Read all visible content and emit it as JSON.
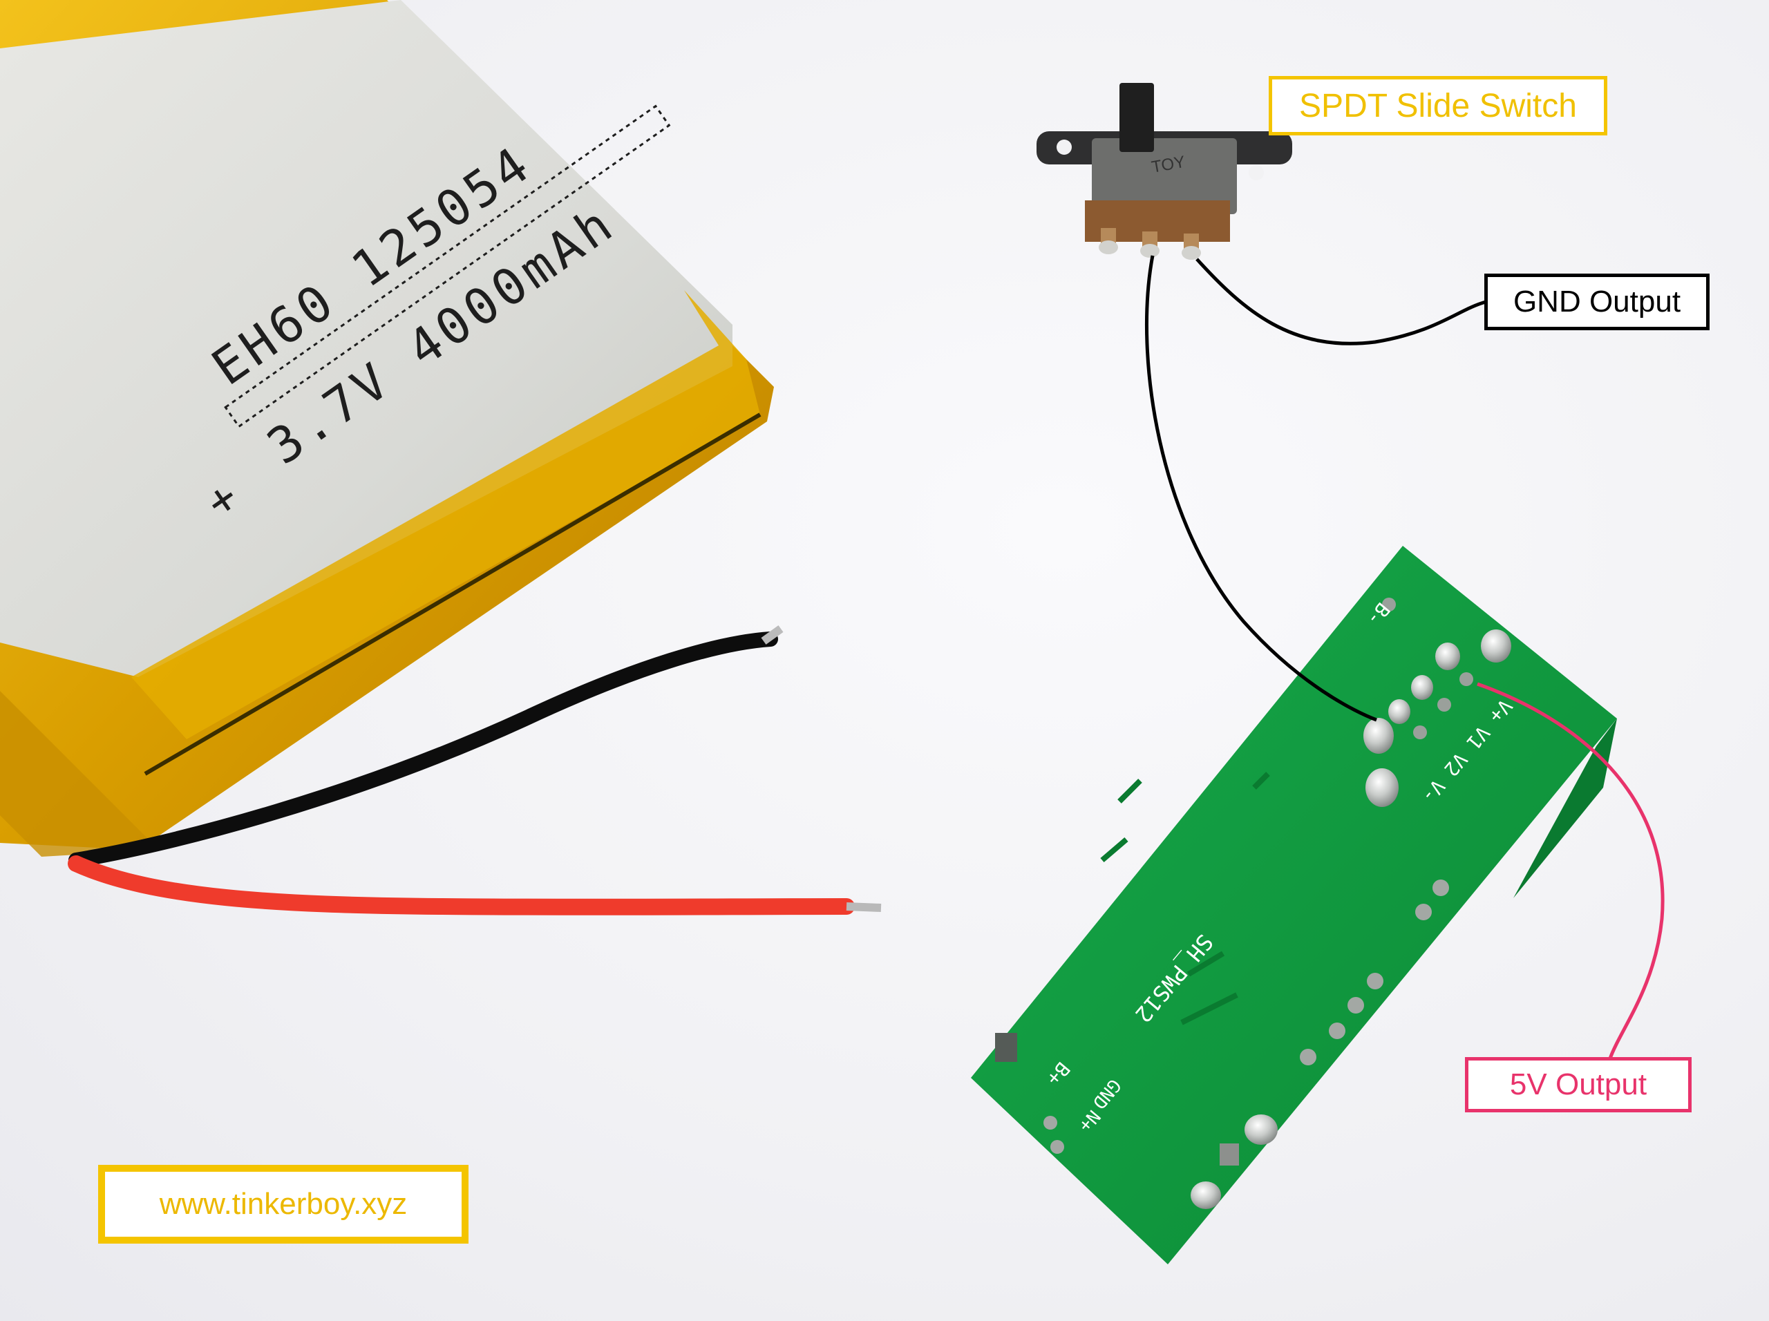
{
  "callouts": {
    "switch": "SPDT Slide Switch",
    "gnd": "GND Output",
    "five_volt": "5V Output",
    "website": "www.tinkerboy.xyz"
  },
  "battery": {
    "line1": "EH60      125054",
    "line2": "3.7V      4000mAh",
    "plus": "+"
  },
  "switch_label": "TOY",
  "board": {
    "model": "SH_PWS12",
    "pins_top": "V+ V1 V2 V-",
    "b_minus": "B-",
    "b_plus": "B+",
    "gnd": "GND",
    "n_plus": "N+"
  },
  "colors": {
    "accent_yellow": "#f4c400",
    "black": "#000000",
    "pink": "#e8336b",
    "pcb_green": "#119a3e",
    "battery_tape": "#e6b400",
    "wire_red": "#ef3b2c"
  }
}
